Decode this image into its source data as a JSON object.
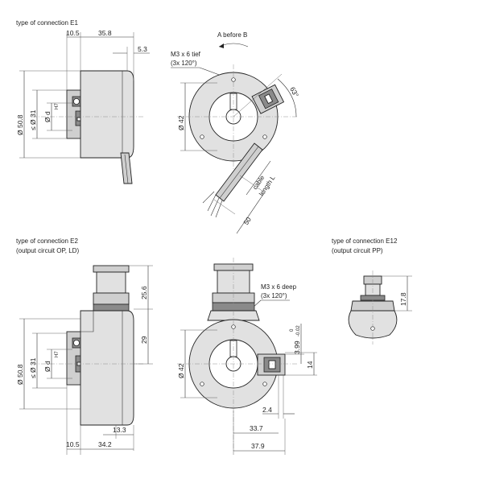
{
  "labels": {
    "e1_title": "type of connection E1",
    "e2_title": "type of connection E2",
    "e2_sub": "(output circuit OP, LD)",
    "e12_title": "type of connection E12",
    "e12_sub": "(output circuit PP)",
    "a_before_b": "A before B",
    "m3_tief": "M3 x 6 tief",
    "m3_tief_sub": "(3x 120°)",
    "m3_deep": "M3 x 6 deep",
    "m3_deep_sub": "(3x 120°)",
    "cable": "cable",
    "cable_length": "length L"
  },
  "dims": {
    "e1_10_5": "10.5",
    "e1_35_8": "35.8",
    "e1_5_3": "5.3",
    "e1_d50_8": "Ø 50.8",
    "e1_d31": "≤ Ø 31",
    "e1_dd": "Ø d",
    "e1_h7": "H7",
    "e1_d42": "Ø 42",
    "e1_63": "63°",
    "e1_50": "50",
    "e2_25_6": "25.6",
    "e2_29": "29",
    "e2_d50_8": "Ø 50.8",
    "e2_d31": "≤ Ø 31",
    "e2_dd": "Ø d",
    "e2_h7": "H7",
    "e2_13_3": "13.3",
    "e2_10_5": "10.5",
    "e2_34_2": "34.2",
    "e2_d42": "Ø 42",
    "e2_3_99": "3.99",
    "e2_tol_0": "0",
    "e2_tol_002": "-0.02",
    "e2_14": "14",
    "e2_2_4": "2.4",
    "e2_33_7": "33.7",
    "e2_37_9": "37.9",
    "e12_17_8": "17.8"
  }
}
